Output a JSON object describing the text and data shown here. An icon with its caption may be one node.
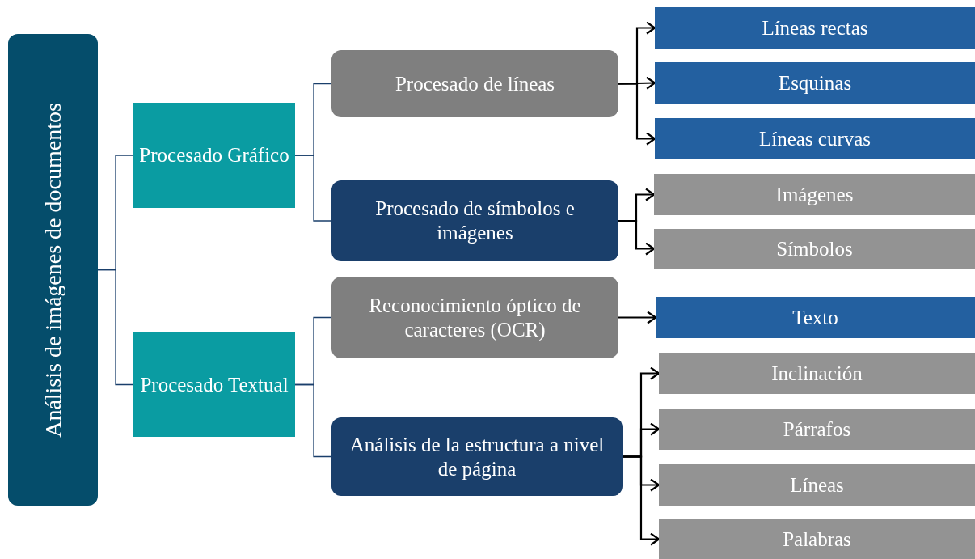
{
  "diagram": {
    "nodes": [
      {
        "text": [
          "Análisis de imágenes de documentos"
        ]
      },
      {
        "text": [
          "Procesado Gráfico"
        ]
      },
      {
        "text": [
          "Procesado Textual"
        ]
      },
      {
        "text": [
          "Procesado de líneas"
        ]
      },
      {
        "text": [
          "Procesado de símbolos e imágenes"
        ]
      },
      {
        "text": [
          "Reconocimiento óptico de caracteres (OCR)"
        ]
      },
      {
        "text": [
          "Análisis de la estructura a nivel de página"
        ]
      },
      {
        "text": [
          "Líneas rectas"
        ]
      },
      {
        "text": [
          "Esquinas"
        ]
      },
      {
        "text": [
          "Líneas curvas"
        ]
      },
      {
        "text": [
          "Imágenes"
        ]
      },
      {
        "text": [
          "Símbolos"
        ]
      },
      {
        "text": [
          "Texto"
        ]
      },
      {
        "text": [
          "Inclinación"
        ]
      },
      {
        "text": [
          "Párrafos"
        ]
      },
      {
        "text": [
          "Líneas"
        ]
      },
      {
        "text": [
          "Palabras"
        ]
      }
    ],
    "edges": [
      {
        "from": 0,
        "to": 1,
        "arrow": "none",
        "color": "#1a3f6b"
      },
      {
        "from": 0,
        "to": 2,
        "arrow": "none",
        "color": "#1a3f6b"
      },
      {
        "from": 1,
        "to": 3,
        "arrow": "none",
        "color": "#1a3f6b"
      },
      {
        "from": 1,
        "to": 4,
        "arrow": "none",
        "color": "#1a3f6b"
      },
      {
        "from": 2,
        "to": 5,
        "arrow": "none",
        "color": "#1a3f6b"
      },
      {
        "from": 2,
        "to": 6,
        "arrow": "none",
        "color": "#1a3f6b"
      },
      {
        "from": 3,
        "to": 7,
        "arrow": "to"
      },
      {
        "from": 3,
        "to": 8,
        "arrow": "to"
      },
      {
        "from": 3,
        "to": 9,
        "arrow": "to"
      },
      {
        "from": 4,
        "to": 10,
        "arrow": "to"
      },
      {
        "from": 4,
        "to": 11,
        "arrow": "to"
      },
      {
        "from": 5,
        "to": 12,
        "arrow": "to"
      },
      {
        "from": 6,
        "to": 13,
        "arrow": "to"
      },
      {
        "from": 6,
        "to": 14,
        "arrow": "to"
      },
      {
        "from": 6,
        "to": 15,
        "arrow": "to"
      },
      {
        "from": 6,
        "to": 16,
        "arrow": "to"
      }
    ]
  }
}
